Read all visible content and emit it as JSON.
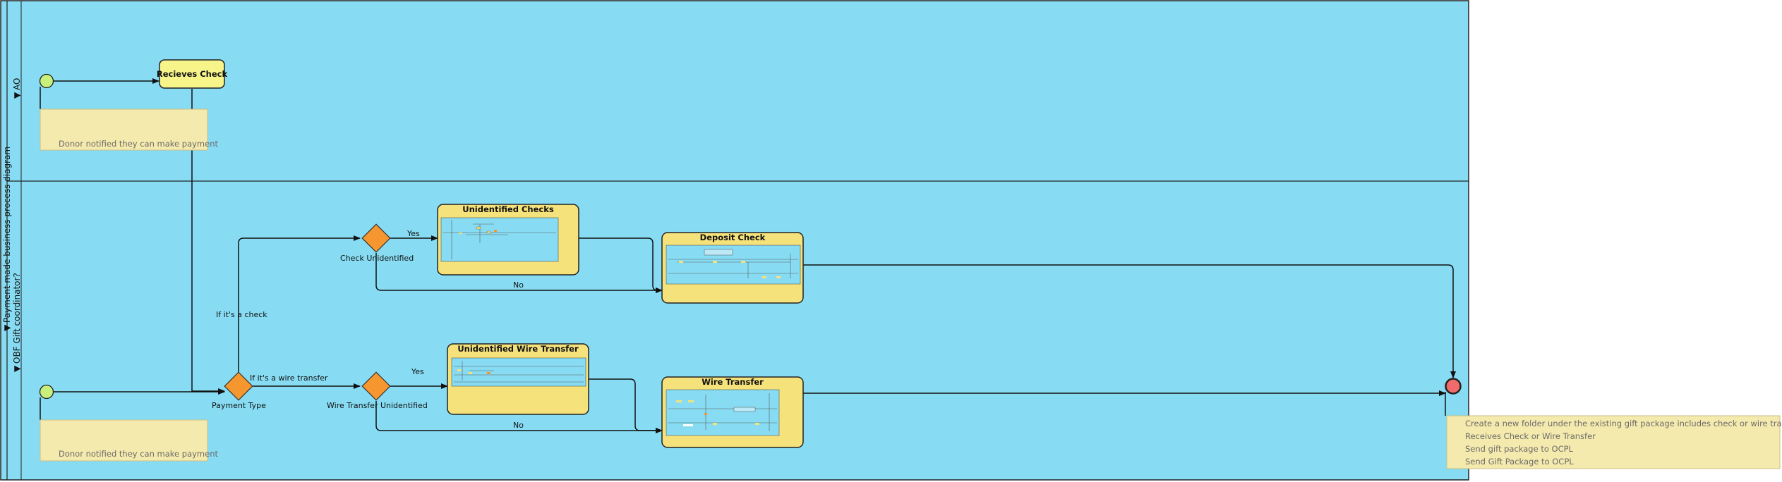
{
  "pool": {
    "label": "Payment made business process diagram",
    "fill": "#87dcf3"
  },
  "lanes": [
    {
      "id": "ao",
      "label": "AO"
    },
    {
      "id": "obf",
      "label": "OBF Gift coordinator?"
    }
  ],
  "tasks": {
    "receives_check": "Recieves Check",
    "unidentified_checks": "Unidentified Checks",
    "deposit_check": "Deposit Check",
    "unidentified_wire_transfer": "Unidentified Wire Transfer",
    "wire_transfer": "Wire Transfer"
  },
  "gateways": {
    "payment_type": "Payment Type",
    "check_unidentified": "Check Unidentified",
    "wire_transfer_unidentified": "Wire Transfer Unidentified"
  },
  "flow_labels": {
    "if_check": "If it's a check",
    "if_wire": "If it's a wire transfer",
    "check_yes": "Yes",
    "check_no": "No",
    "wire_yes": "Yes",
    "wire_no": "No"
  },
  "annotations": {
    "ao_note": "Donor notified they can make payment",
    "obf_note": "Donor notified they can make payment",
    "end_note": [
      "Create a new folder under the existing gift package includes check or wire transfer",
      "Receives Check or Wire Transfer",
      "Send gift package to OCPL",
      "Send Gift Package to OCPL"
    ]
  },
  "colors": {
    "start_event": "#c8f07a",
    "end_event": "#f26b6b",
    "gateway": "#f5962e",
    "task": "#f5e27a",
    "task_light": "#f7f58a",
    "annotation": "#f5eaad",
    "edge": "#111111"
  },
  "icons": [
    "collapse-arrow-icon"
  ]
}
